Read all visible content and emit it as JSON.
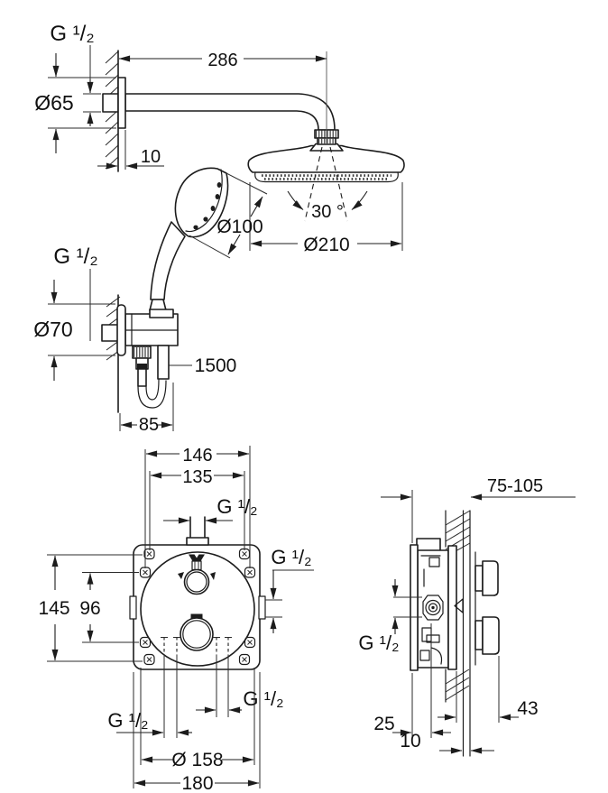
{
  "colors": {
    "line": "#1c1c1c",
    "background": "#ffffff"
  },
  "top_assembly": {
    "wall_thread": "G ¹/₂",
    "arm_length": "286",
    "wall_flange_diameter": "Ø65",
    "wall_flange_depth": "10",
    "spray_angle": "30 °",
    "head_diameter": "Ø210",
    "handshower_diameter": "Ø100",
    "holder_thread": "G ¹/₂",
    "holder_flange_diameter": "Ø70",
    "hose_length": "1500",
    "holder_offset": "85"
  },
  "front_view": {
    "fixing_width_outer": "146",
    "fixing_width_inner": "135",
    "top_outlet_thread": "G ¹/₂",
    "side_outlet_thread": "G ¹/₂",
    "fixing_height_outer": "145",
    "fixing_height_inner": "96",
    "bottom_left_thread": "G ¹/₂",
    "bottom_right_thread": "G ¹/₂",
    "recess_diameter": "Ø 158",
    "plate_width": "180"
  },
  "side_view": {
    "mounting_depth_range": "75-105",
    "side_inlet_thread": "G ¹/₂",
    "front_offset": "25",
    "knob_projection": "43",
    "wall_layer": "10"
  }
}
